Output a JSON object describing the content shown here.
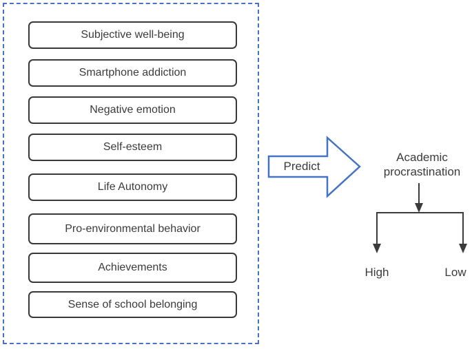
{
  "diagram": {
    "predictors": {
      "items": [
        "Subjective well-being",
        "Smartphone addiction",
        "Negative emotion",
        "Self-esteem",
        "Life Autonomy",
        "Pro-environmental behavior",
        "Achievements",
        "Sense of school belonging"
      ]
    },
    "arrow_label": "Predict",
    "outcome": {
      "label": "Academic procrastination",
      "branches": [
        "High",
        "Low"
      ]
    },
    "colors": {
      "accent_blue": "#4472C4",
      "line_dark": "#3B3B3B",
      "box_border": "#383838",
      "background": "#FFFFFF"
    }
  }
}
